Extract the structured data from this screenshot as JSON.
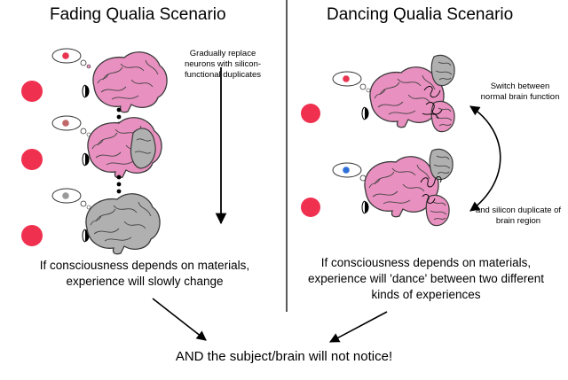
{
  "left_panel": {
    "title": "Fading Qualia Scenario",
    "annotation": "Gradually replace neurons with silicon-functional duplicates",
    "statement": "If consciousness depends on materials, experience will slowly change",
    "stage_dot_colors": [
      "#e8344f",
      "#c0686a",
      "#999999"
    ],
    "stimulus_color": "#f0304f",
    "brain_colors": {
      "bio": "#e890bf",
      "silicon": "#b0b0b0"
    }
  },
  "right_panel": {
    "title": "Dancing Qualia Scenario",
    "annotation_top": "Switch between normal brain function",
    "annotation_bottom": "and silicon duplicate of brain region",
    "statement": "If consciousness depends on materials, experience will 'dance' between two different kinds of experiences",
    "stage_dot_colors": [
      "#e8344f",
      "#2f6fd8"
    ]
  },
  "conclusion": "AND the subject/brain will not notice!"
}
